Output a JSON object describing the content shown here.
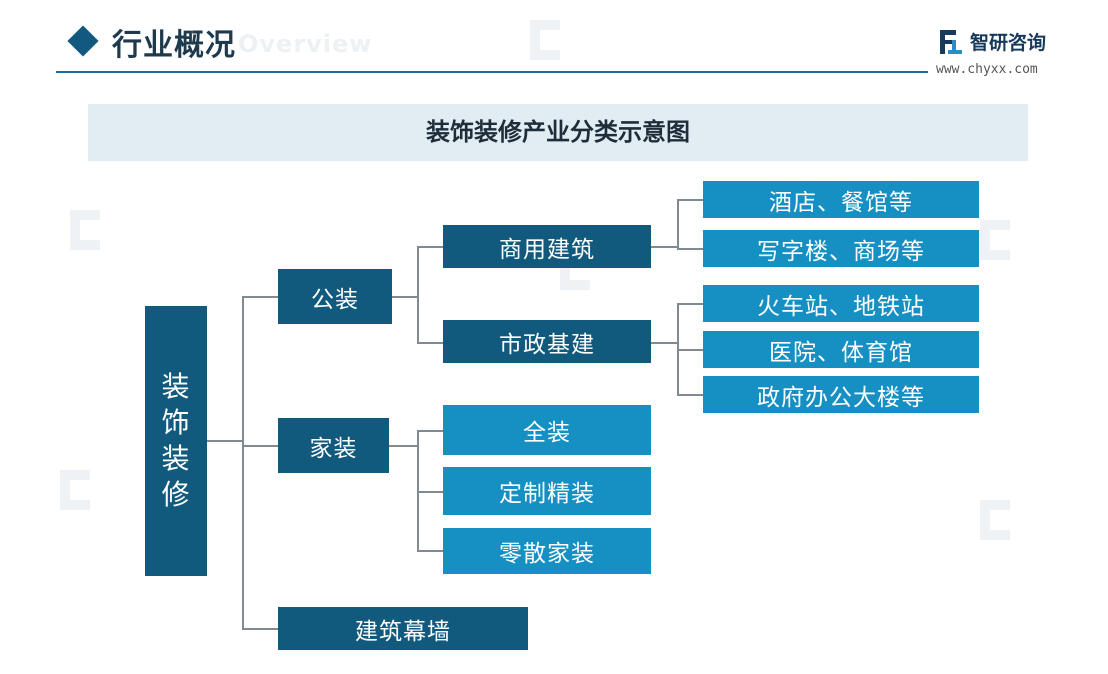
{
  "header": {
    "title": "行业概况",
    "subtitle": "Overview",
    "brand_name": "智研咨询",
    "brand_url": "www.chyxx.com"
  },
  "diagram": {
    "title": "装饰装修产业分类示意图",
    "root": {
      "label": "装饰装修",
      "chars": [
        "装",
        "饰",
        "装",
        "修"
      ]
    },
    "public": {
      "label": "公装",
      "commercial": {
        "label": "商用建筑",
        "items": [
          "酒店、餐馆等",
          "写字楼、商场等"
        ]
      },
      "municipal": {
        "label": "市政基建",
        "items": [
          "火车站、地铁站",
          "医院、体育馆",
          "政府办公大楼等"
        ]
      }
    },
    "home": {
      "label": "家装",
      "items": [
        "全装",
        "定制精装",
        "零散家装"
      ]
    },
    "curtain_wall": {
      "label": "建筑幕墙"
    }
  },
  "colors": {
    "dark_node": "#115a7e",
    "light_node": "#1690c3",
    "connector": "#7f8a92",
    "banner": "#e1ecf3",
    "accent": "#13587e"
  }
}
